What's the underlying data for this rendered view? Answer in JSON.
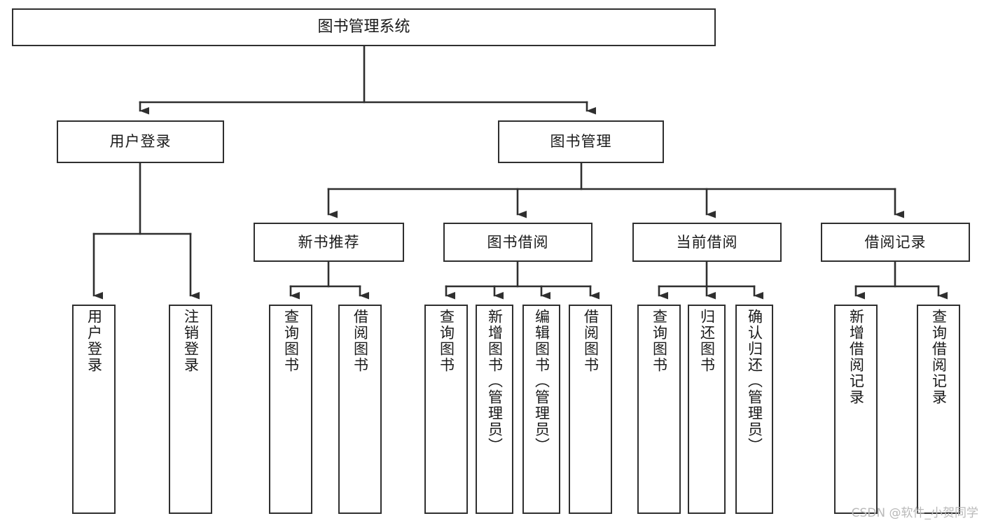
{
  "diagram": {
    "title": "图书管理系统",
    "type": "functional-structure-tree",
    "root": {
      "id": "root",
      "label": "图书管理系统"
    },
    "level2": [
      {
        "id": "user-login",
        "label": "用户登录"
      },
      {
        "id": "book-manage",
        "label": "图书管理"
      }
    ],
    "level3": [
      {
        "id": "new-book-recommend",
        "label": "新书推荐"
      },
      {
        "id": "book-borrow",
        "label": "图书借阅"
      },
      {
        "id": "current-borrow",
        "label": "当前借阅"
      },
      {
        "id": "borrow-record",
        "label": "借阅记录"
      }
    ],
    "leaves": {
      "user_login": [
        {
          "id": "leaf-user-login",
          "label": "用户登录"
        },
        {
          "id": "leaf-logout-login",
          "label": "注销登录"
        }
      ],
      "new_book_recommend": [
        {
          "id": "leaf-query-book-1",
          "label": "查询图书"
        },
        {
          "id": "leaf-borrow-book-1",
          "label": "借阅图书"
        }
      ],
      "book_borrow": [
        {
          "id": "leaf-query-book-2",
          "label": "查询图书"
        },
        {
          "id": "leaf-add-book",
          "label": "新增图书（管理员）"
        },
        {
          "id": "leaf-edit-book",
          "label": "编辑图书（管理员）"
        },
        {
          "id": "leaf-borrow-book-2",
          "label": "借阅图书"
        }
      ],
      "current_borrow": [
        {
          "id": "leaf-query-book-3",
          "label": "查询图书"
        },
        {
          "id": "leaf-return-book",
          "label": "归还图书"
        },
        {
          "id": "leaf-confirm-return",
          "label": "确认归还（管理员）"
        }
      ],
      "borrow_record": [
        {
          "id": "leaf-add-record",
          "label": "新增借阅记录"
        },
        {
          "id": "leaf-query-record",
          "label": "查询借阅记录"
        }
      ]
    }
  },
  "watermark": {
    "text": "CSDN @软件_小贺同学"
  },
  "colors": {
    "stroke": "#2f2f2f",
    "box_fill": "#ffffff",
    "text": "#1a1a1a",
    "watermark": "#b9b9b9",
    "background": "#ffffff"
  }
}
